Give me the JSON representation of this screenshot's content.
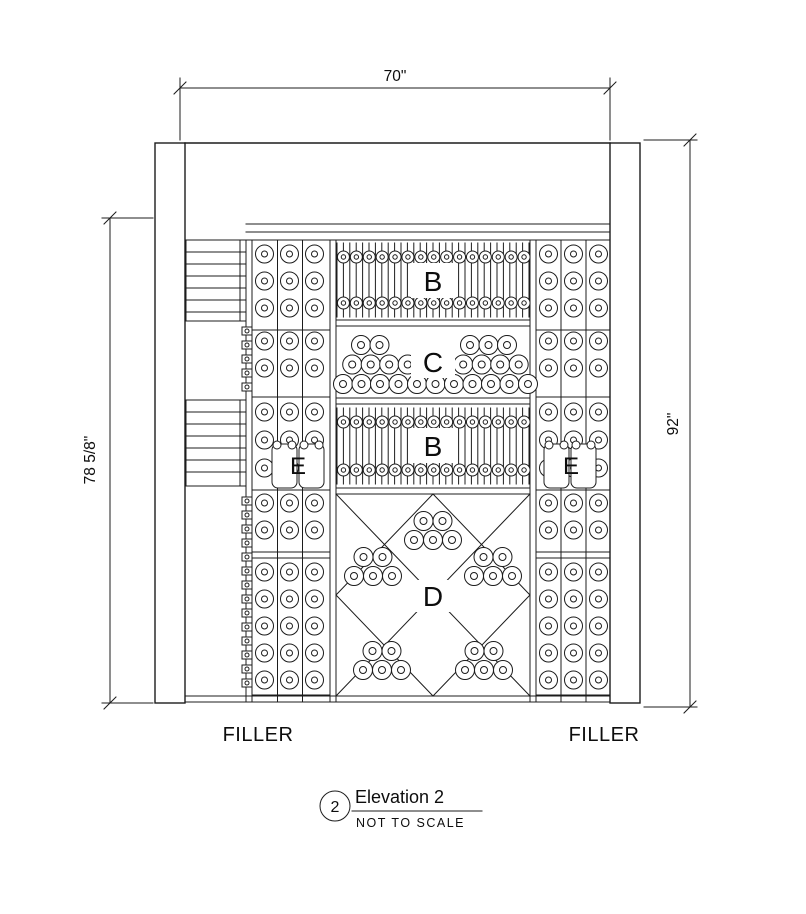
{
  "dimensions": {
    "width_top": "70\"",
    "height_left": "78 5/8\"",
    "height_right": "92\""
  },
  "sections": {
    "b_top": "B",
    "c": "C",
    "b_mid": "B",
    "d": "D",
    "e_left": "E",
    "e_right": "E"
  },
  "filler": {
    "left": "FILLER",
    "right": "FILLER"
  },
  "title_block": {
    "number": "2",
    "name": "Elevation 2",
    "scale_note": "NOT TO SCALE"
  }
}
